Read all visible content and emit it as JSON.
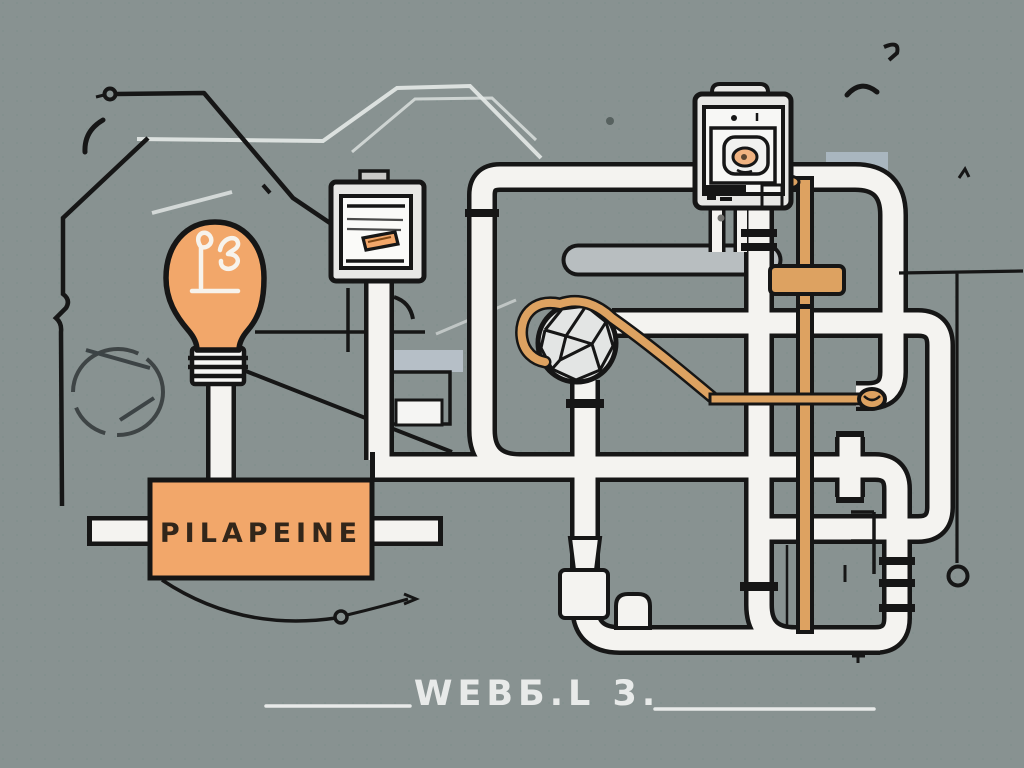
{
  "theme": {
    "bg": "#889291",
    "ink": "#161616",
    "pipe": "#f4f3f0",
    "pipe_shade": "#b8bec0",
    "accent": "#f2a76a",
    "wood": "#dda261",
    "panel": "#e7e7e5",
    "white_line": "#e6eae8",
    "caption_color": "#e8eae9",
    "label_text": "#32261a"
  },
  "texts": {
    "pipeline_label": "PILAPEINE",
    "caption": "WEBБ.L 3."
  },
  "elements": {
    "lightbulb": "orange lightbulb with doodle filament on a pipe stand",
    "meter_box": "wall meter panel with orange button",
    "camera_device": "boxy monitor device with orange eye",
    "faceted_sphere": "geodesic sphere valve wrapped by orange straps",
    "orange_pipe": "tan vertical pipe with bracket",
    "hanging_cord": "thin cord ending in a loop",
    "label_box": "orange plate with pipeline label",
    "caption_rule_left": "white underline left of caption",
    "caption_rule_right": "white underline right of caption"
  }
}
